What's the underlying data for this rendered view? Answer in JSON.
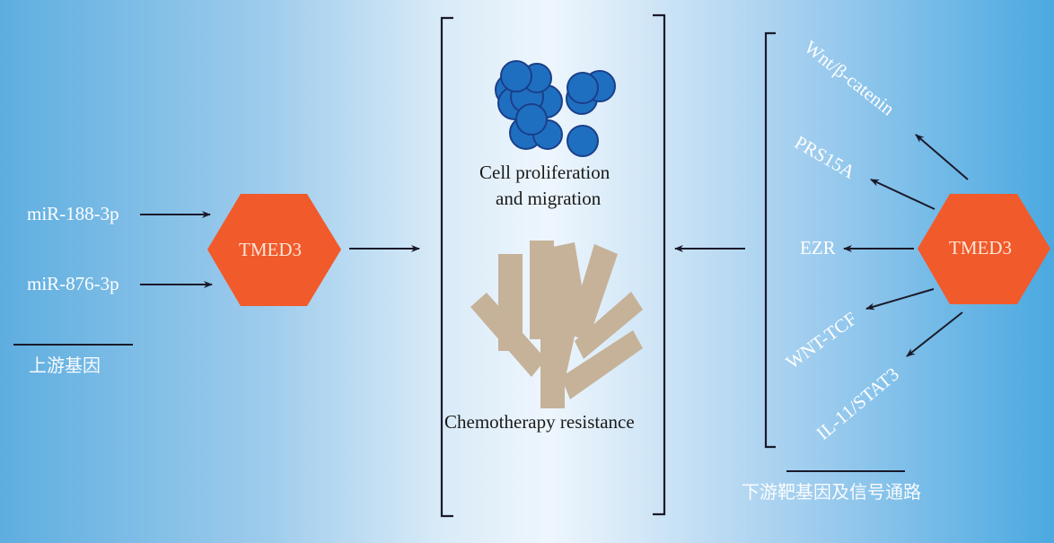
{
  "upstream": {
    "genes": [
      "miR-188-3p",
      "miR-876-3p"
    ],
    "caption": "上游基因"
  },
  "center_node": {
    "label": "TMED3"
  },
  "effects": {
    "proliferation": [
      "Cell proliferation",
      "and migration"
    ],
    "chemo": "Chemotherapy resistance"
  },
  "downstream": {
    "node_label": "TMED3",
    "targets": [
      "Wnt/β-catenin",
      "PRS15A",
      "EZR",
      "WNT-TCF",
      "IL-11/STAT3"
    ],
    "caption": "下游靶基因及信号通路"
  },
  "colors": {
    "hexagon": "#f15a2b",
    "cells": "#1f6fc0",
    "cell_border": "#1a3f8a",
    "drug": "#c5b299",
    "arrow": "#1a1a2a"
  }
}
